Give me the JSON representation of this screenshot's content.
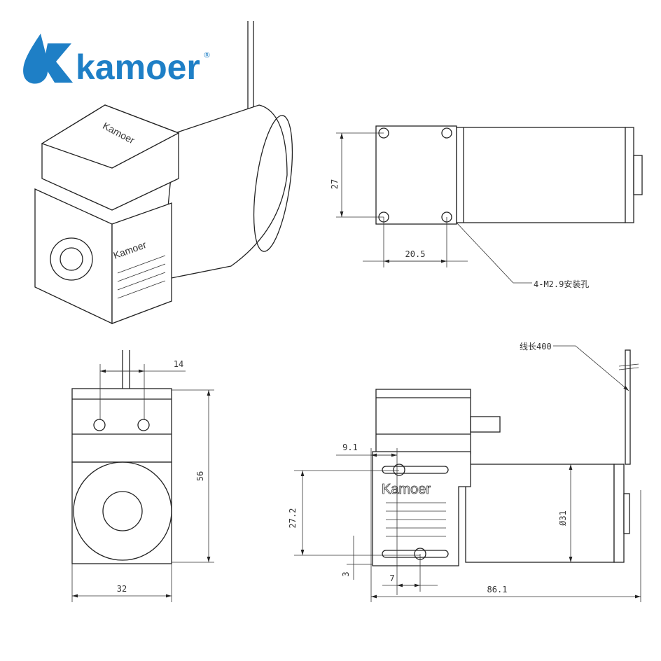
{
  "brand": {
    "name": "kamoer",
    "registered": "®",
    "color": "#1e7fc6"
  },
  "body_logo": "Kamoer",
  "top_view": {
    "dim_height": "27",
    "dim_width": "20.5",
    "note": "4-M2.9安装孔"
  },
  "front_view": {
    "dim_hole_spacing": "14",
    "dim_height": "56",
    "dim_width": "32"
  },
  "side_view": {
    "wire_note": "线长400",
    "dim_offset": "9.1",
    "dim_hole_vertical": "27.2",
    "dim_diameter": "Ø31",
    "dim_bottom": "3",
    "dim_hole_horizontal": "7",
    "dim_length": "86.1"
  }
}
